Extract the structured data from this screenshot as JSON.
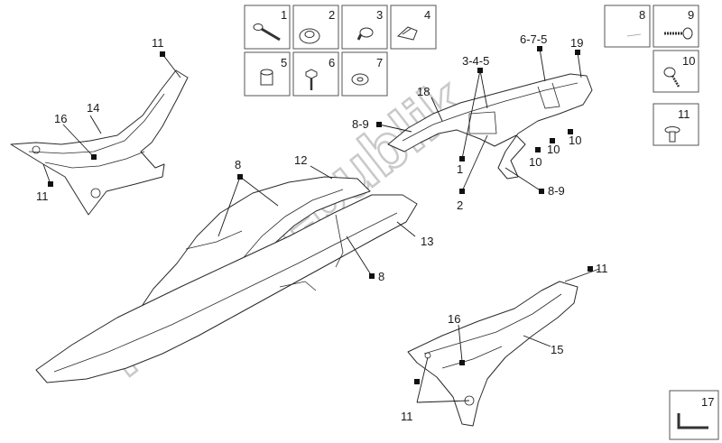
{
  "watermark": "PartsRepublik",
  "parts_boxes": [
    {
      "number": "1",
      "icon": "screw-icon"
    },
    {
      "number": "2",
      "icon": "grommet-icon"
    },
    {
      "number": "3",
      "icon": "bolt-icon"
    },
    {
      "number": "4",
      "icon": "clip-icon"
    },
    {
      "number": "5",
      "icon": "spacer-icon"
    },
    {
      "number": "6",
      "icon": "hex-screw-icon"
    },
    {
      "number": "7",
      "icon": "washer-icon"
    },
    {
      "number": "8",
      "icon": "blank-icon"
    },
    {
      "number": "9",
      "icon": "flange-screw-icon"
    },
    {
      "number": "10",
      "icon": "tapping-screw-icon"
    },
    {
      "number": "11",
      "icon": "rivet-icon"
    },
    {
      "number": "17",
      "icon": "allen-key-icon"
    }
  ],
  "callouts": {
    "c11a": "11",
    "c14": "14",
    "c16a": "16",
    "c11b": "11",
    "c8": "8",
    "c12": "12",
    "c13": "13",
    "c8b": "8",
    "c345": "3-4-5",
    "c675": "6-7-5",
    "c19": "19",
    "c18": "18",
    "c89a": "8-9",
    "c1": "1",
    "c2": "2",
    "c89b": "8-9",
    "c10a": "10",
    "c10b": "10",
    "c10c": "10",
    "c11c": "11",
    "c16b": "16",
    "c15": "15",
    "c11d": "11"
  }
}
